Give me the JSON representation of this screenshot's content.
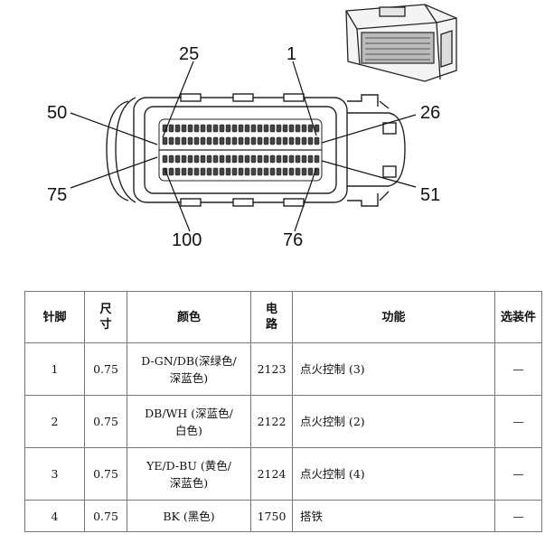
{
  "diagram": {
    "pin_labels": [
      "25",
      "1",
      "50",
      "26",
      "75",
      "51",
      "100",
      "76"
    ]
  },
  "table": {
    "headers": [
      "针脚",
      "尺寸",
      "颜色",
      "电路",
      "功能",
      "选装件"
    ],
    "rows": [
      {
        "pin": "1",
        "size": "0.75",
        "color_line1": "D-GN/DB(深绿色/",
        "color_line2": "深蓝色)",
        "circuit": "2123",
        "function": "点火控制 (3)",
        "option": "—"
      },
      {
        "pin": "2",
        "size": "0.75",
        "color_line1": "DB/WH (深蓝色/",
        "color_line2": "白色)",
        "circuit": "2122",
        "function": "点火控制 (2)",
        "option": "—"
      },
      {
        "pin": "3",
        "size": "0.75",
        "color_line1": "YE/D-BU (黄色/",
        "color_line2": "深蓝色)",
        "circuit": "2124",
        "function": "点火控制 (4)",
        "option": "—"
      },
      {
        "pin": "4",
        "size": "0.75",
        "color_line1": "BK (黑色)",
        "color_line2": "",
        "circuit": "1750",
        "function": "搭铁",
        "option": "—"
      }
    ]
  }
}
